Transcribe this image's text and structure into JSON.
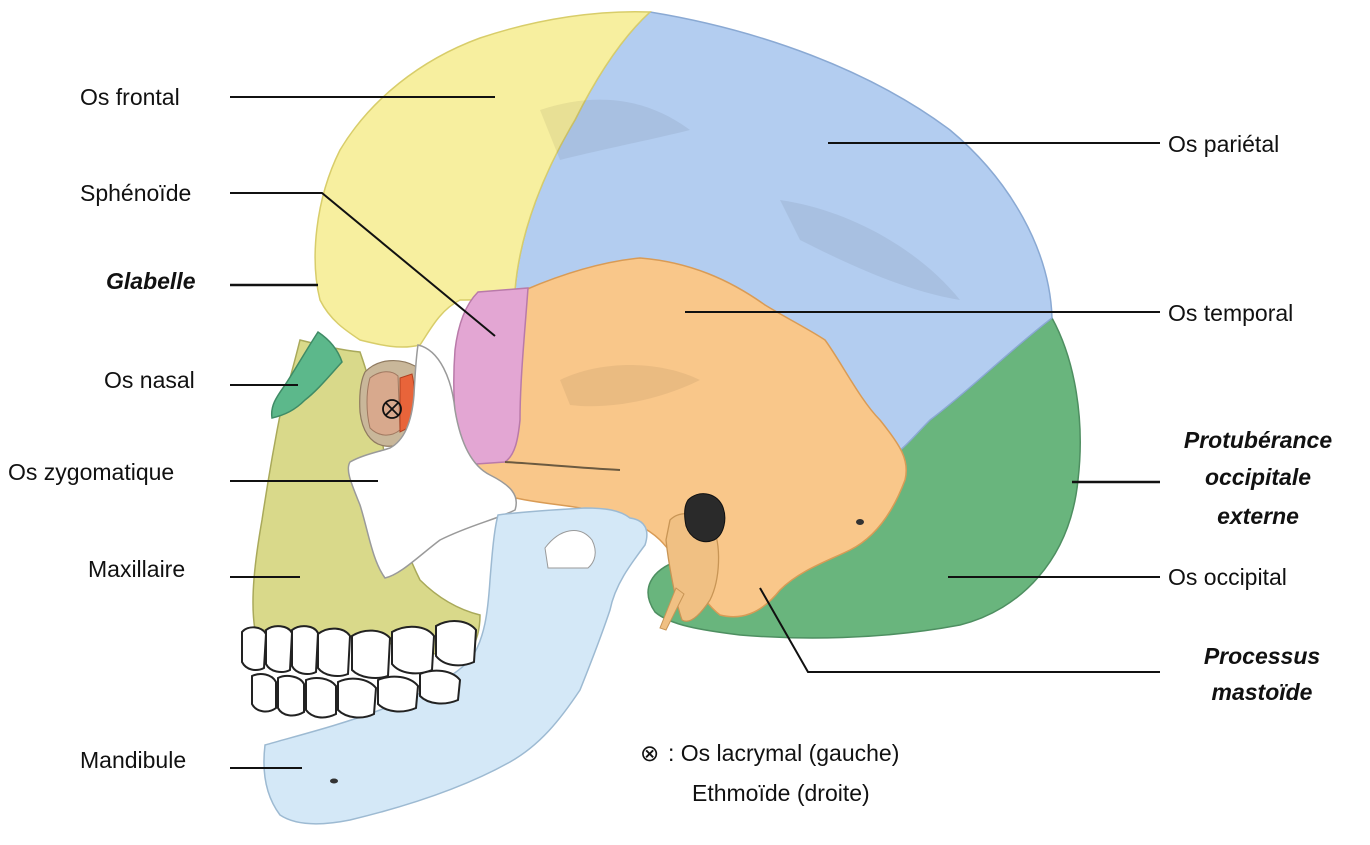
{
  "labels": {
    "frontal": "Os frontal",
    "sphenoide": "Sphénoïde",
    "glabelle": "Glabelle",
    "nasal": "Os nasal",
    "zygomatique": "Os zygomatique",
    "maxillaire": "Maxillaire",
    "mandibule": "Mandibule",
    "parietal": "Os pariétal",
    "temporal": "Os temporal",
    "protuberance": [
      "Protubérance",
      "occipitale",
      "externe"
    ],
    "occipital": "Os occipital",
    "processus": [
      "Processus",
      "mastoïde"
    ]
  },
  "legend": {
    "symbol": "⊗",
    "line1": ": Os lacrymal (gauche)",
    "line2": "Ethmoïde (droite)"
  },
  "colors": {
    "frontal": "#f7ef9f",
    "parietal": "#b3cdf0",
    "temporal": "#f9c78a",
    "sphenoide": "#e3a6d3",
    "occipital": "#69b57d",
    "nasal": "#5cb88b",
    "maxillaire": "#d9d98a",
    "zygomatique": "#ffffff",
    "mandibule": "#d4e8f7",
    "lacrymal": "#d8a98d",
    "ethmoide": "#e8643a",
    "teeth": "#ffffff",
    "outline": "#333333"
  }
}
